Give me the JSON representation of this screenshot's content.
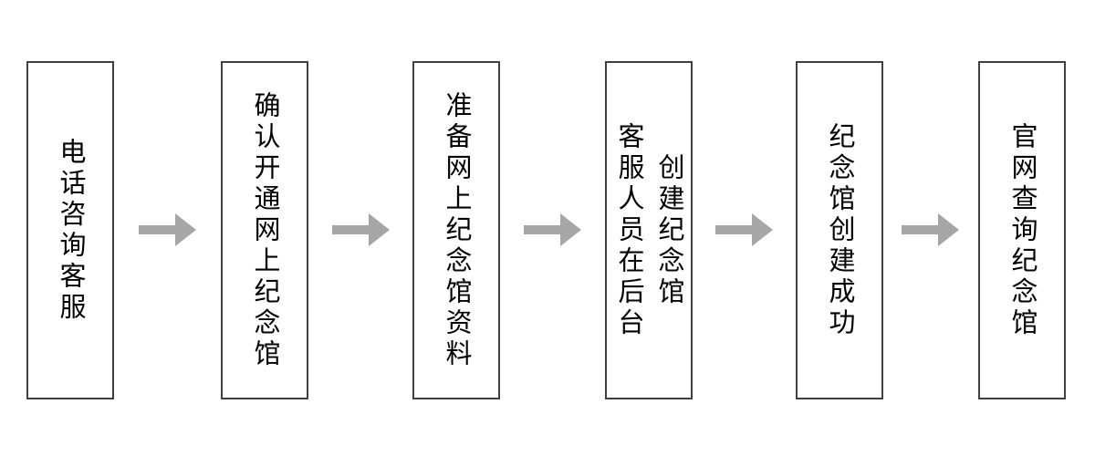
{
  "flowchart": {
    "steps": [
      {
        "label": "电话咨询客服"
      },
      {
        "label": "确认开通网上纪念馆"
      },
      {
        "label": "准备网上纪念馆资料"
      },
      {
        "label": "客服人员在后台\n创建纪念馆"
      },
      {
        "label": "纪念馆创建成功"
      },
      {
        "label": "官网查询纪念馆"
      }
    ],
    "colors": {
      "page_bg": "#ffffff",
      "box_border": "#404040",
      "box_fill": "#ffffff",
      "arrow": "#a6a6a6",
      "text": "#000000"
    }
  }
}
